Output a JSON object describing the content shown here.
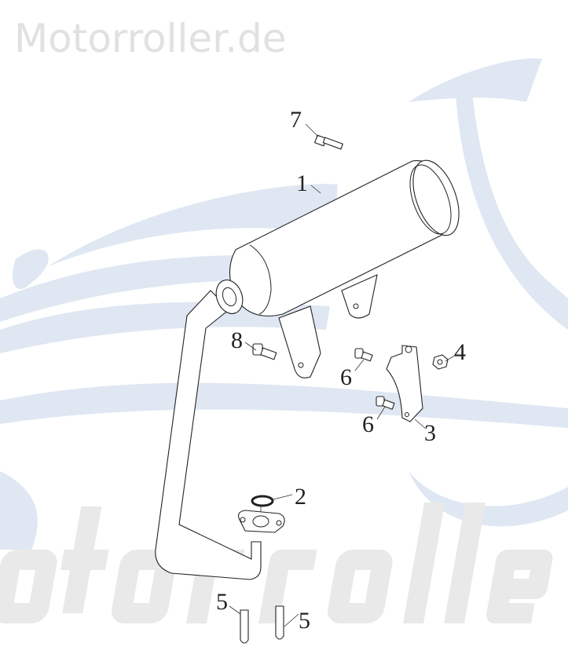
{
  "watermark": {
    "top_text": "Motorroller.de",
    "bottom_text": "Motorroller",
    "swoosh_color": "#dfe7f2"
  },
  "callouts": {
    "c1": "1",
    "c2": "2",
    "c3": "3",
    "c4": "4",
    "c5a": "5",
    "c5b": "5",
    "c6a": "6",
    "c6b": "6",
    "c7": "7",
    "c8": "8"
  },
  "colors": {
    "line": "#222222",
    "background": "#ffffff"
  }
}
